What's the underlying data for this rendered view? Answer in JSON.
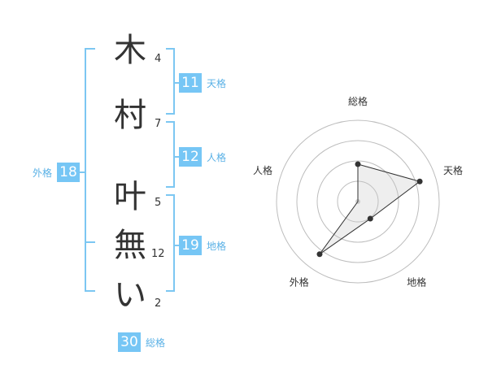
{
  "name": {
    "chars": [
      "木",
      "村",
      "叶",
      "無",
      "い"
    ],
    "strokes": [
      "4",
      "7",
      "5",
      "12",
      "2"
    ]
  },
  "fortune": {
    "tenkaku": {
      "value": "11",
      "label": "天格"
    },
    "jinkaku": {
      "value": "12",
      "label": "人格"
    },
    "chikaku": {
      "value": "19",
      "label": "地格"
    },
    "gaikaku": {
      "value": "18",
      "label": "外格"
    },
    "soukaku": {
      "value": "30",
      "label": "総格"
    }
  },
  "colors": {
    "accent": "#76c6f5",
    "bracket": "#7cc7f2",
    "text": "#333333"
  },
  "chart_data": {
    "type": "radar",
    "axes": [
      "総格",
      "天格",
      "地格",
      "外格",
      "人格"
    ],
    "values": [
      2.3,
      4.0,
      1.3,
      4.0,
      0.0
    ],
    "rmax": 5,
    "rings": 4
  }
}
